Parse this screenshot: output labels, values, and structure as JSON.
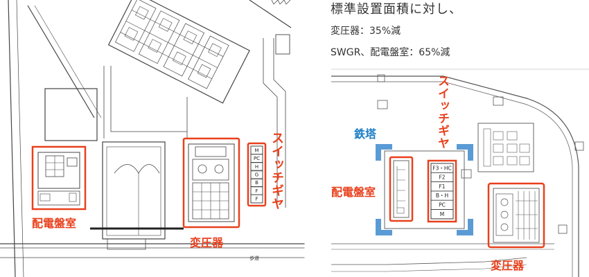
{
  "summary": {
    "heading": "標準設置面積に対し、",
    "line_transformer": "変圧器：35%減",
    "line_swgr": "SWGR、配電盤室：65%減"
  },
  "left_plan": {
    "label_switchgear": "スイッチギヤ",
    "label_distribution_room": "配電盤室",
    "label_transformer": "変圧器",
    "footpath": "歩道",
    "panel_cells": [
      "M",
      "PC",
      "H",
      "G",
      "B",
      "F",
      "F"
    ]
  },
  "right_plan": {
    "label_tower": "鉄塔",
    "label_switchgear": "スイッチギヤ",
    "label_distribution_room": "配電盤室",
    "label_transformer": "変圧器",
    "panel_cells": [
      "F3・HC",
      "F2",
      "F1",
      "B・H",
      "PC",
      "M"
    ]
  },
  "colors": {
    "highlight_red": "#e8401c",
    "tower_blue": "#5b9bd5",
    "label_blue": "#1e7fc4",
    "drawing_line": "#444444"
  }
}
